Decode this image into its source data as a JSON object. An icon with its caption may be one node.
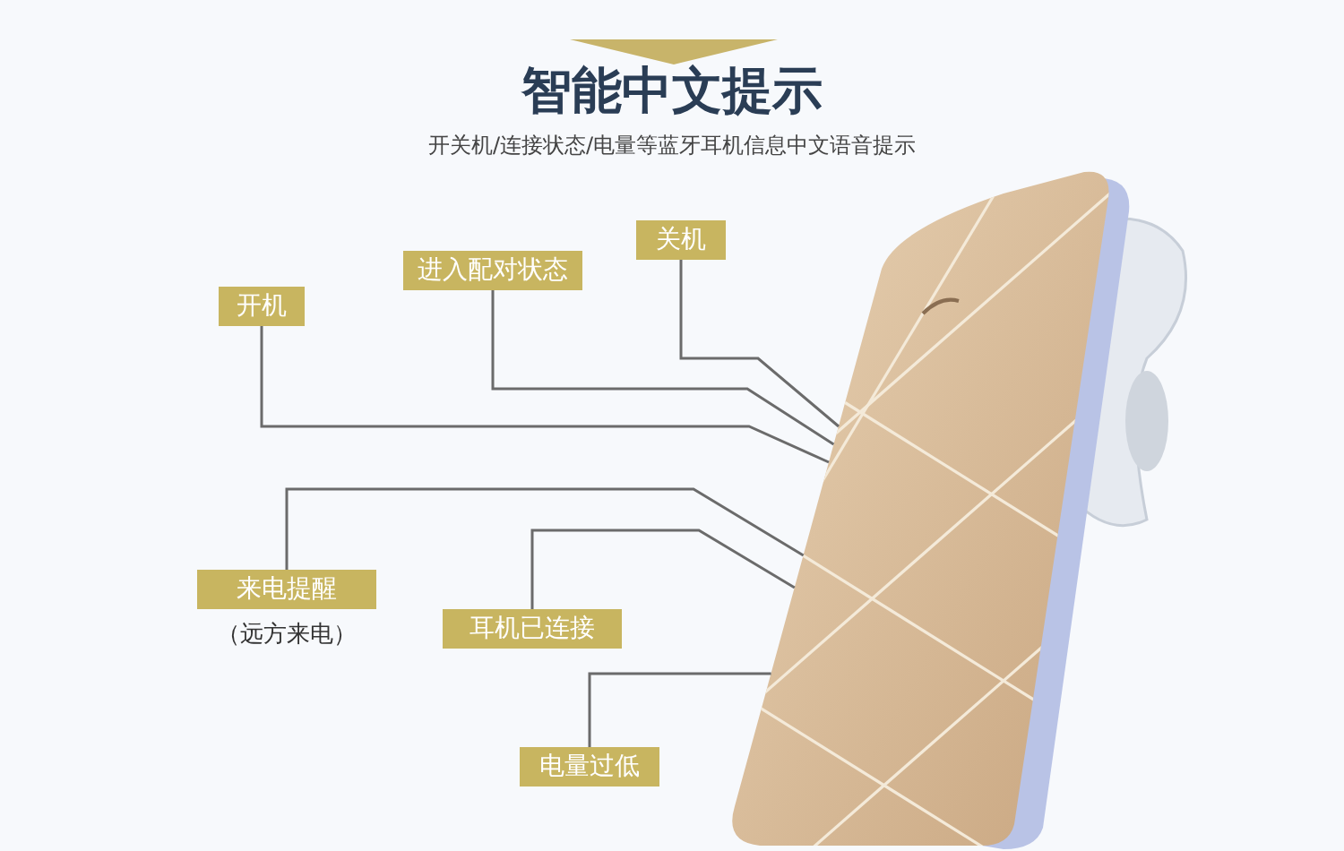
{
  "diagram": {
    "title": "智能中文提示",
    "nodes": [
      {
        "text": [
          "关机"
        ]
      },
      {
        "text": [
          "进入配对状态"
        ]
      },
      {
        "text": [
          "开机"
        ]
      },
      {
        "text": [
          "来电提醒"
        ],
        "beside": [
          "（远方来电）"
        ]
      },
      {
        "text": [
          "耳机已连接"
        ]
      },
      {
        "text": [
          "电量过低"
        ]
      },
      {
        "text": [],
        "shape": "picture"
      }
    ],
    "edges": [
      {
        "from": 0,
        "to": 6,
        "arrow": "none"
      },
      {
        "from": 1,
        "to": 6,
        "arrow": "none"
      },
      {
        "from": 2,
        "to": 6,
        "arrow": "none"
      },
      {
        "from": 3,
        "to": 6,
        "arrow": "none"
      },
      {
        "from": 4,
        "to": 6,
        "arrow": "none"
      },
      {
        "from": 5,
        "to": 6,
        "arrow": "none"
      }
    ],
    "labels": [
      "开关机/连接状态/电量等蓝牙耳机信息中文语音提示"
    ]
  }
}
